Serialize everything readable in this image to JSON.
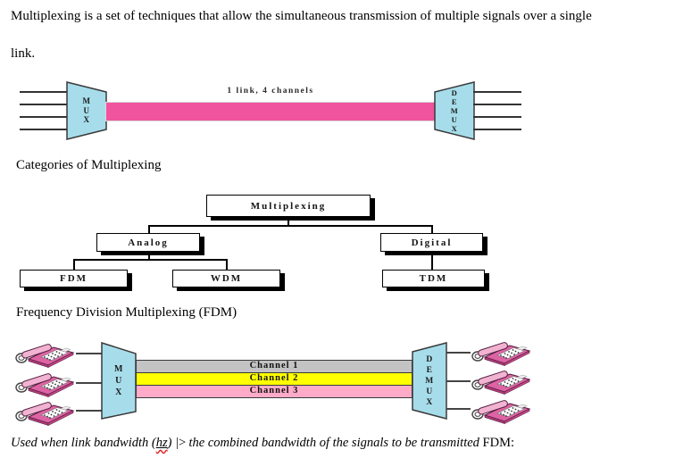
{
  "intro": {
    "line1": "Multiplexing is a set of techniques that allow the simultaneous transmission of multiple signals over a single",
    "line2": "link."
  },
  "headings": {
    "categories": "Categories of Multiplexing",
    "fdm": "Frequency Division Multiplexing (FDM)"
  },
  "link_diagram": {
    "mux_vertical": "M\nU\nX",
    "demux_vertical": "D\nE\nM\nU\nX",
    "link_label": "1 link, 4 channels",
    "link_color": "#f0549e",
    "trapezoid_color": "#a7ddeb"
  },
  "tree": {
    "root": "Multiplexing",
    "analog": "Analog",
    "digital": "Digital",
    "fdm": "FDM",
    "wdm": "WDM",
    "tdm": "TDM"
  },
  "fdm_diagram": {
    "mux_vertical": "M\nU\nX",
    "demux_vertical": "D\nE\nM\nU\nX",
    "channels": [
      {
        "label": "Channel 1",
        "color": "#c3c3c3"
      },
      {
        "label": "Channel 2",
        "color": "#ffff00"
      },
      {
        "label": "Channel 3",
        "color": "#ffabc8"
      }
    ]
  },
  "footer": {
    "seg1": "Used when link bandwidth (",
    "hz": "hz",
    "seg2": ") ",
    "symbol": "|>",
    "seg3": " the combined bandwidth of the signals to be transmitted ",
    "fdm_suffix": "FDM:"
  }
}
